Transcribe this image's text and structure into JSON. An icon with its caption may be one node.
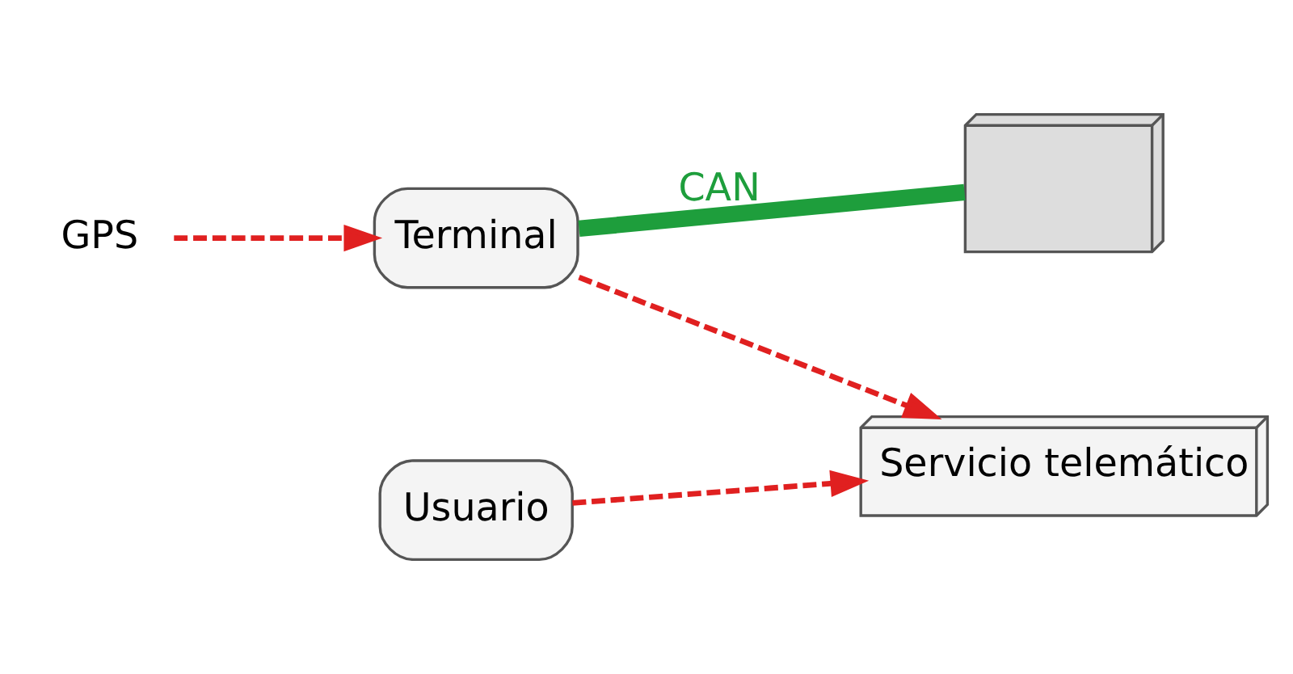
{
  "diagram": {
    "nodes": [
      {
        "text": [
          "GPS"
        ]
      },
      {
        "text": [
          "Terminal"
        ]
      },
      {
        "text": [
          "Servicio telemático"
        ]
      },
      {
        "text": [
          "Usuario"
        ]
      },
      {
        "text": [],
        "shape": "picture"
      }
    ],
    "edges": [
      {
        "from": 0,
        "to": 1,
        "arrow": "to",
        "style": "dashed"
      },
      {
        "from": 1,
        "to": 2,
        "arrow": "to",
        "style": "dashed"
      },
      {
        "from": 3,
        "to": 2,
        "arrow": "to",
        "style": "dashed"
      },
      {
        "from": 1,
        "to": 4,
        "arrow": "none",
        "label": "CAN",
        "style": "thick",
        "color": "#1e9e3c"
      }
    ]
  }
}
